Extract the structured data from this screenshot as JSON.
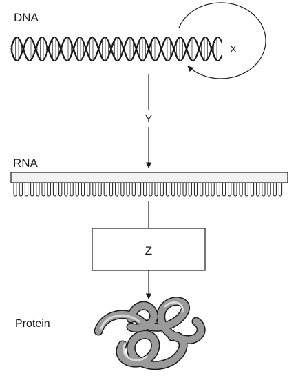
{
  "labels": {
    "dna": "DNA",
    "replication": "X",
    "transcription": "Y",
    "rna": "RNA",
    "translation": "Z",
    "protein": "Protein"
  },
  "colors": {
    "stroke": "#1a1a1a",
    "protein_fill": "#9a9a9a",
    "rna_fill": "#f2f2f2"
  },
  "icons": {
    "dna": "double-helix-icon",
    "protein": "folded-protein-icon"
  }
}
